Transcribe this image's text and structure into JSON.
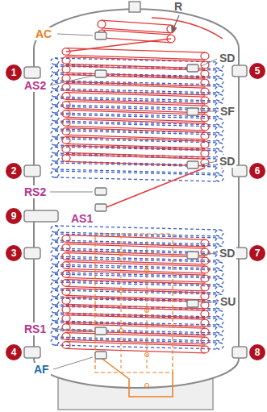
{
  "diagram": {
    "nodes": [
      {
        "text": [
          "1"
        ]
      },
      {
        "text": [
          "5"
        ]
      },
      {
        "text": [
          "2"
        ]
      },
      {
        "text": [
          "6"
        ]
      },
      {
        "text": [
          "9"
        ]
      },
      {
        "text": [
          "3"
        ]
      },
      {
        "text": [
          "7"
        ]
      },
      {
        "text": [
          "4"
        ]
      },
      {
        "text": [
          "8"
        ]
      }
    ],
    "labels": [
      "R",
      "AC",
      "SD",
      "AS2",
      "SF",
      "SD",
      "RS2",
      "AS1",
      "SD",
      "SU",
      "RS1",
      "AF"
    ]
  }
}
